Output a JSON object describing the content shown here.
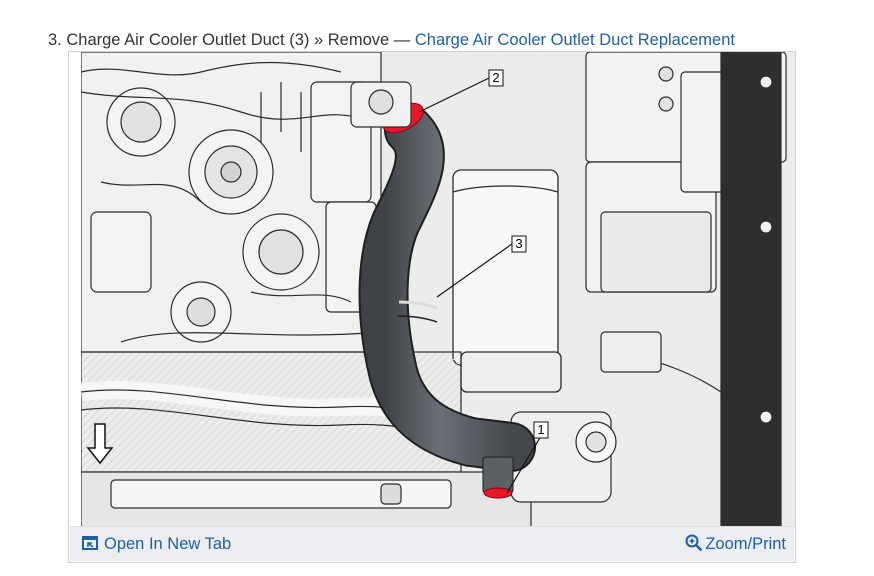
{
  "step": {
    "number": "3.",
    "component": "Charge Air Cooler Outlet Duct (3)",
    "separator": "»",
    "action": "Remove",
    "dash": "—",
    "link_label": "Charge Air Cooler Outlet Duct Replacement"
  },
  "figure": {
    "callouts": [
      "1",
      "2",
      "3"
    ],
    "footer": {
      "open_tab_label": "Open In New Tab",
      "zoom_label": "Zoom/Print"
    }
  },
  "colors": {
    "link": "#1f5fa3",
    "clamp_red": "#e8172a",
    "duct_dark": "#555a60",
    "footer_bg": "#eceef1"
  },
  "icons": [
    "open-new-tab-icon",
    "zoom-icon",
    "down-arrow-icon"
  ]
}
